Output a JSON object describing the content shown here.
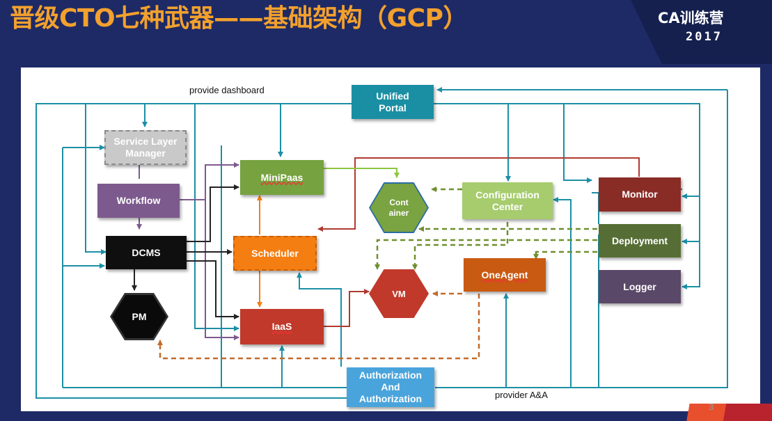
{
  "title": "晋级CTO七种武器——基础架构（GCP）",
  "badge": {
    "logo": "CA训练营",
    "year": "2017"
  },
  "page_number": "3",
  "labels": {
    "provide_dashboard": "provide dashboard",
    "provider_aa": "provider A&A"
  },
  "nodes": {
    "unified_portal": "Unified\nPortal",
    "service_layer_manager": "Service Layer\nManager",
    "workflow": "Workflow",
    "dcms": "DCMS",
    "pm": "PM",
    "minipaas": "MiniPaas",
    "scheduler": "Scheduler",
    "iaas": "IaaS",
    "container": "Cont\nainer",
    "vm": "VM",
    "configuration_center": "Configuration\nCenter",
    "oneagent": "OneAgent",
    "monitor": "Monitor",
    "deployment": "Deployment",
    "logger": "Logger",
    "authorization": "Authorization\nAnd\nAuthorization"
  },
  "colors": {
    "teal": "#1b8fa5",
    "green": "#7aa341",
    "light_green": "#a6cc6e",
    "orange": "#f47e12",
    "red": "#c0392b",
    "purple": "#7d5a8e",
    "dark_red": "#8a2c26",
    "dark_green": "#566e35",
    "slate_purple": "#5a4868",
    "blue": "#4aa4dc",
    "black": "#0f0f0f",
    "title_orange": "#f3a12d"
  }
}
